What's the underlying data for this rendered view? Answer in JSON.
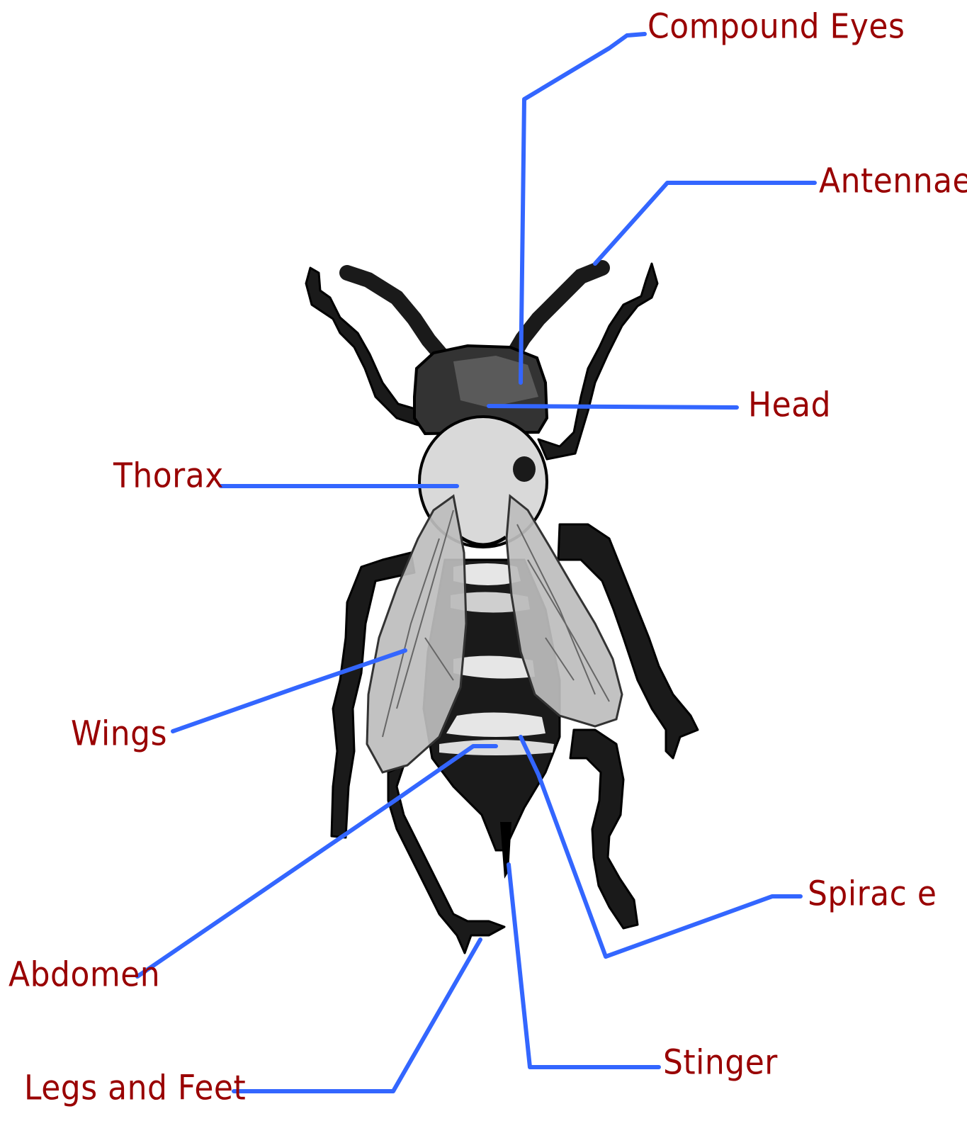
{
  "colors": {
    "label": "#990000",
    "leader": "#3366ff",
    "body_dark": "#1a1a1a",
    "body_mid": "#4a4a4a",
    "thorax": "#d9d9d9",
    "wing": "#bdbdbd",
    "band": "#e6e6e6",
    "background": "#ffffff"
  },
  "labels": {
    "compound_eyes": "Compound Eyes",
    "antennae": "Antennae",
    "head": "Head",
    "thorax": "Thorax",
    "wings": "Wings",
    "spiracle": "Spirac e",
    "abdomen": "Abdomen",
    "stinger": "Stinger",
    "legs_and_feet": "Legs and Feet"
  }
}
